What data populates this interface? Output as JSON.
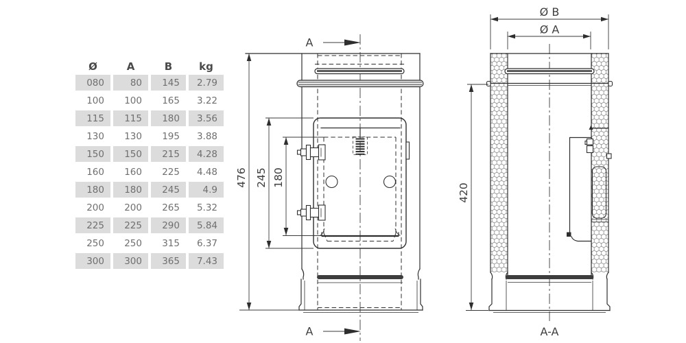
{
  "table": {
    "headers": [
      "Ø",
      "A",
      "B",
      "kg"
    ],
    "rows": [
      [
        "080",
        "80",
        "145",
        "2.79"
      ],
      [
        "100",
        "100",
        "165",
        "3.22"
      ],
      [
        "115",
        "115",
        "180",
        "3.56"
      ],
      [
        "130",
        "130",
        "195",
        "3.88"
      ],
      [
        "150",
        "150",
        "215",
        "4.28"
      ],
      [
        "160",
        "160",
        "225",
        "4.48"
      ],
      [
        "180",
        "180",
        "245",
        "4.9"
      ],
      [
        "200",
        "200",
        "265",
        "5.32"
      ],
      [
        "225",
        "225",
        "290",
        "5.84"
      ],
      [
        "250",
        "250",
        "315",
        "6.37"
      ],
      [
        "300",
        "300",
        "365",
        "7.43"
      ]
    ]
  },
  "front_view": {
    "section_arrow_top": "A",
    "section_arrow_bottom": "A",
    "dim_total_height": "476",
    "dim_door_height": "245",
    "dim_opening_height": "180"
  },
  "section_view": {
    "dim_outer_diameter": "Ø B",
    "dim_inner_diameter": "Ø A",
    "dim_body_height": "420",
    "section_label": "A-A"
  },
  "colors": {
    "line": "#2e2e2e",
    "dimension_text": "#3d3d3d",
    "table_stripe": "#dcdcdc",
    "table_text": "#6f6f6f",
    "table_header_text": "#4a4a4a"
  }
}
